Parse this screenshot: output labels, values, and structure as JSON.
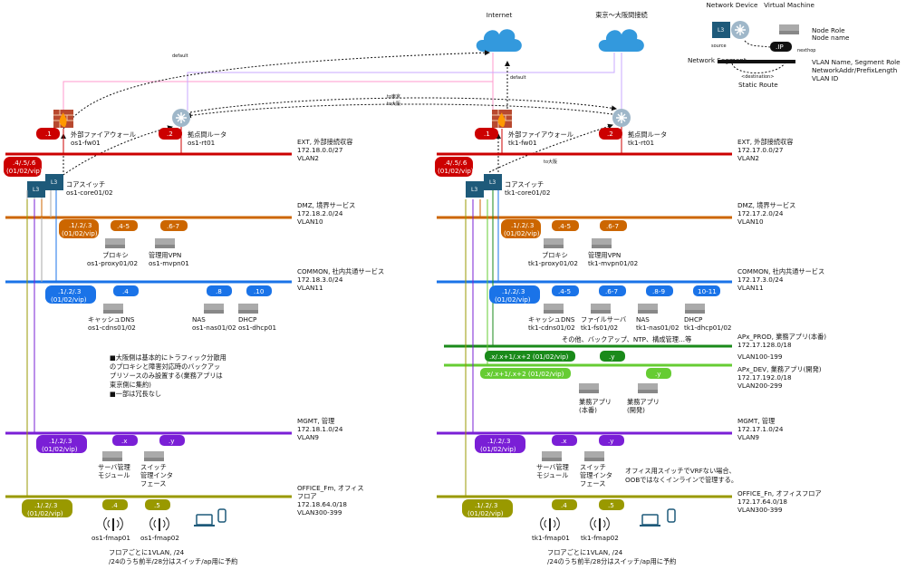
{
  "legend": {
    "network_device": "Network Device",
    "virtual_machine": "Virtual Machine",
    "node_role": "Node Role",
    "node_name": "Node name",
    "source": "source",
    "nexthop": "nexthop",
    "ip": ".IP",
    "network_segment": "Network Segment",
    "destination": "<destination>",
    "static_route": "Static Route",
    "vlan_info": [
      "VLAN Name, Segment Role",
      "NetworkAddr/PrefixLength",
      "VLAN ID"
    ]
  },
  "clouds": {
    "internet": "Internet",
    "tokyo_osaka": "東京〜大阪間接続"
  },
  "route_labels": {
    "default": "default",
    "to_tokyo": "to東京",
    "to_osaka": "to大阪",
    "to_osaka2": "to大阪"
  },
  "devices": {
    "fw_role": "外部ファイアウォール",
    "rt_role": "拠点間ルータ",
    "core_role": "コアスイッチ",
    "os1_fw": "os1-fw01",
    "os1_rt": "os1-rt01",
    "os1_core": "os1-core01/02",
    "tk1_fw": "tk1-fw01",
    "tk1_rt": "tk1-rt01",
    "tk1_core": "tk1-core01/02"
  },
  "badges": {
    "fw_ip": ".1",
    "rt_ip": ".2",
    "core_ip_line1": ".4/.5/.6",
    "core_ip_line2": "(01/02/vip)",
    "vip_line1": ".1/.2/.3",
    "vip_line2": "(01/02/vip)",
    "dmz_45": ".4-5",
    "dmz_67": ".6-7",
    "os1_common_4": ".4",
    "os1_common_8": ".8",
    "os1_common_10": ".10",
    "tk1_common_45": ".4-5",
    "tk1_common_67": ".6-7",
    "tk1_common_89": ".8-9",
    "tk1_common_1011": "10-11",
    "ap_prod_vip": ".x/.x+1/.x+2 (01/02/vip)",
    "ap_dev_vip": ".x/.x+1/.x+2 (01/02/vip)",
    "ap_y": ".y",
    "mgmt_x": ".x",
    "mgmt_y": ".y",
    "office_4": ".4",
    "office_5": ".5"
  },
  "vlans_os1": [
    {
      "name": "EXT, 外部接続収容",
      "net": "172.18.0.0/27",
      "id": "VLAN2"
    },
    {
      "name": "DMZ, 境界サービス",
      "net": "172.18.2.0/24",
      "id": "VLAN10"
    },
    {
      "name": "COMMON, 社内共通サービス",
      "net": "172.18.3.0/24",
      "id": "VLAN11"
    },
    {
      "name": "MGMT, 管理",
      "net": "172.18.1.0/24",
      "id": "VLAN9"
    },
    {
      "name": "OFFICE_Fm, オフィス",
      "net2": "フロア",
      "net": "172.18.64.0/18",
      "id": "VLAN300-399"
    }
  ],
  "vlans_tk1": [
    {
      "name": "EXT, 外部接続収容",
      "net": "172.17.0.0/27",
      "id": "VLAN2"
    },
    {
      "name": "DMZ, 境界サービス",
      "net": "172.17.2.0/24",
      "id": "VLAN10"
    },
    {
      "name": "COMMON, 社内共通サービス",
      "net": "172.17.3.0/24",
      "id": "VLAN11"
    },
    {
      "name": "APx_PROD, 業務アプリ(本番)",
      "net": "172.17.128.0/18",
      "id": "VLAN100-199"
    },
    {
      "name": "APx_DEV, 業務アプリ(開発)",
      "net": "172.17.192.0/18",
      "id": "VLAN200-299"
    },
    {
      "name": "MGMT, 管理",
      "net": "172.17.1.0/24",
      "id": "VLAN9"
    },
    {
      "name": "OFFICE_Fn, オフィスフロア",
      "net": "172.17.64.0/18",
      "id": "VLAN300-399"
    }
  ],
  "servers_os1": {
    "proxy_role": "プロキシ",
    "proxy_name": "os1-proxy01/02",
    "vpn_role": "管理用VPN",
    "vpn_name": "os1-mvpn01",
    "cdns_role": "キャッシュDNS",
    "cdns_name": "os1-cdns01/02",
    "nas_role": "NAS",
    "nas_name": "os1-nas01/02",
    "dhcp_role": "DHCP",
    "dhcp_name": "os1-dhcp01",
    "mgmt_srv_1": "サーバ管理",
    "mgmt_srv_2": "モジュール",
    "mgmt_sw_1": "スイッチ",
    "mgmt_sw_2": "管理インタ",
    "mgmt_sw_3": "フェース",
    "ap1": "os1-fmap01",
    "ap2": "os1-fmap02"
  },
  "servers_tk1": {
    "proxy_role": "プロキシ",
    "proxy_name": "tk1-proxy01/02",
    "vpn_role": "管理用VPN",
    "vpn_name": "tk1-mvpn01/02",
    "cdns_role": "キャッシュDNS",
    "cdns_name": "tk1-cdns01/02",
    "fs_role": "ファイルサーバ",
    "fs_name": "tk1-fs01/02",
    "nas_role": "NAS",
    "nas_name": "tk1-nas01/02",
    "dhcp_role": "DHCP",
    "dhcp_name": "tk1-dhcp01/02",
    "others": "その他、バックアップ、NTP、構成管理…等",
    "app_prod_1": "業務アプリ",
    "app_prod_2": "(本番)",
    "app_dev_1": "業務アプリ",
    "app_dev_2": "(開発)",
    "mgmt_srv_1": "サーバ管理",
    "mgmt_srv_2": "モジュール",
    "mgmt_sw_1": "スイッチ",
    "mgmt_sw_2": "管理インタ",
    "mgmt_sw_3": "フェース",
    "ap1": "tk1-fmap01",
    "ap2": "tk1-fmap02"
  },
  "notes": {
    "osaka": [
      "■大阪側は基本的にトラフィック分散用",
      "のプロキシと障害対応時のバックアッ",
      "プリソースのみ設置する(業務アプリは",
      "東京側に集約)",
      "■一部は冗長なし"
    ],
    "oob": [
      "オフィス用スイッチでVRFない場合、",
      "OOBではなくインラインで管理する。"
    ],
    "floor": [
      "フロアごとに1VLAN, /24",
      "/24のうち前半/28分はスイッチ/ap用に予約"
    ]
  },
  "colors": {
    "ext": "#cc0000",
    "dmz": "#cc6600",
    "common": "#1a73e8",
    "ap_prod": "#1a8a1a",
    "ap_dev": "#66cc33",
    "mgmt": "#7a1fd6",
    "office": "#999900",
    "cloud": "#3399dd",
    "l3": "#1e5a7a"
  }
}
